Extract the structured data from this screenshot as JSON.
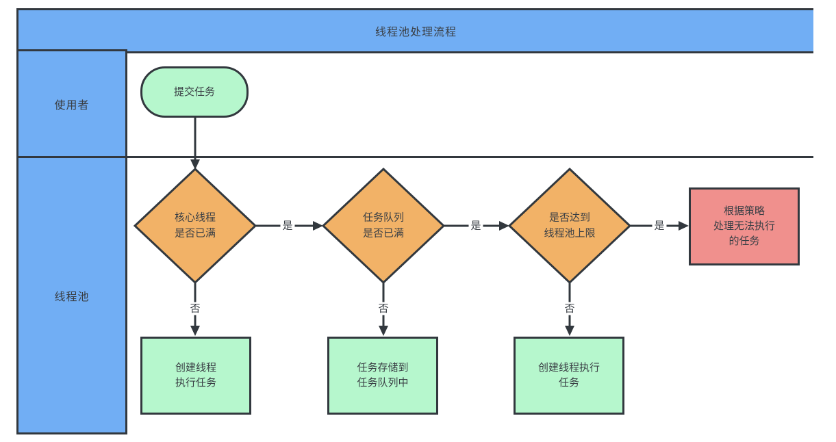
{
  "title": "线程池处理流程",
  "lanes": [
    {
      "label": "使用者"
    },
    {
      "label": "线程池"
    }
  ],
  "nodes": {
    "submit": {
      "label": "提交任务"
    },
    "decision_core": {
      "label": "核心线程\n是否已满"
    },
    "decision_queue": {
      "label": "任务队列\n是否已满"
    },
    "decision_limit": {
      "label": "是否达到\n线程池上限"
    },
    "reject": {
      "label": "根据策略\n处理无法执行\n的任务"
    },
    "create_thread": {
      "label": "创建线程\n执行任务"
    },
    "store_queue": {
      "label": "任务存储到\n任务队列中"
    },
    "create_thread_exec": {
      "label": "创建线程执行\n任务"
    }
  },
  "edge_labels": {
    "yes": "是",
    "no": "否"
  },
  "colors": {
    "lane_fill": "#71AEF4",
    "decision_fill": "#F2B267",
    "action_fill": "#B6F7CD",
    "reject_fill": "#F0908D",
    "border": "#32383E",
    "text": "#3A3F45"
  }
}
